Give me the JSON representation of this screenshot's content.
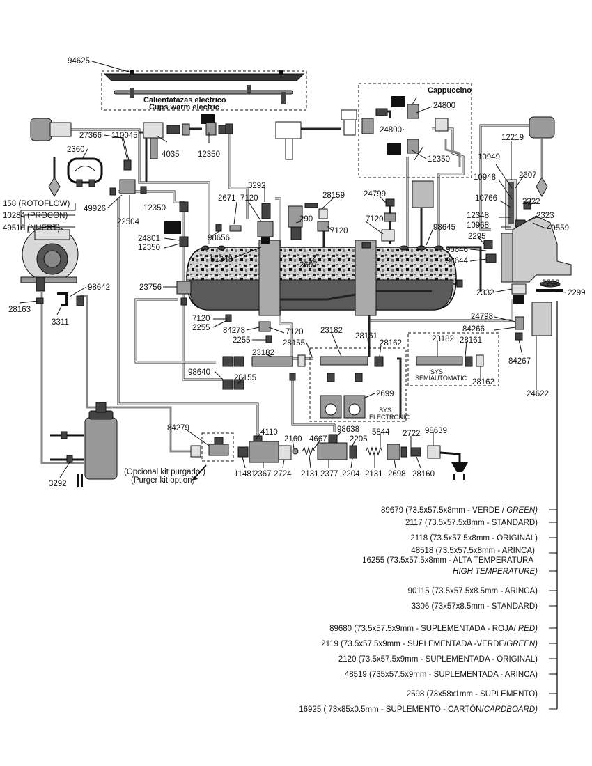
{
  "callouts": {
    "c94625": "94625",
    "cups_es": "Calientatazas electrico",
    "cups_en": "Cups warm electric",
    "c27366": "27366",
    "c110045": "110045",
    "c2360": "2360",
    "c4035": "4035",
    "c12350a": "12350",
    "cappuccino": "Cappuccino",
    "c24800a": "24800",
    "c24800b": "24800",
    "c12350b": "12350",
    "c12219": "12219",
    "c10949": "10949",
    "c2607a": "2607",
    "c10948": "10948",
    "c10766": "10766",
    "c2322": "2322",
    "c2323": "2323",
    "c12348": "12348",
    "c10968": "10968",
    "c49559": "49559",
    "c158": "158 (ROTOFLOW)",
    "c10284": "10284 (PROCON)",
    "c49516": "49516 (NUERT)",
    "c49926": "49926",
    "c22504": "22504",
    "c3292a": "3292",
    "c2671": "2671",
    "c7120a": "7120",
    "c28159": "28159",
    "c24799": "24799",
    "c12350c": "12350",
    "c290": "290",
    "c7120b": "7120",
    "c7120c": "7120",
    "c98645": "98645",
    "c24801": "24801",
    "c12350d": "12350",
    "c98656": "98656",
    "c2295": "2295",
    "c98646": "98646",
    "c51348": "51348",
    "c2607b": "2607",
    "c98644": "98644",
    "c98642": "98642",
    "c23756": "23756",
    "c28163": "28163",
    "c3311": "3311",
    "c2332": "2332",
    "c2298": "2298",
    "c2299": "2299",
    "c7120d": "7120",
    "c2255a": "2255",
    "c24798": "24798",
    "c84278": "84278",
    "c23182a": "23182",
    "c84266": "84266",
    "c7120e": "7120",
    "c2255b": "2255",
    "c28155a": "28155",
    "c28161a": "28161",
    "c28162a": "28162",
    "c23182b": "23182",
    "c28161b": "28161",
    "c84267": "84267",
    "c23182c": "23182",
    "sys_semi_1": "SYS",
    "sys_semi_2": "SEMIAUTOMATIC",
    "c28162b": "28162",
    "c98640": "98640",
    "c28155b": "28155",
    "c2699": "2699",
    "sys_elec_1": "SYS",
    "sys_elec_2": "ELECTRONIC",
    "c24622": "24622",
    "c84279": "84279",
    "c4110": "4110",
    "c2160": "2160",
    "c4667": "4667",
    "c98638": "98638",
    "c2205": "2205",
    "c5844": "5844",
    "c2722": "2722",
    "c98639": "98639",
    "purger_es": "(Opcional kit purgador)",
    "purger_en": "(Purger kit option)",
    "c11481": "11481",
    "c2367": "2367",
    "c2724": "2724",
    "c2131a": "2131",
    "c2377": "2377",
    "c2204": "2204",
    "c2131b": "2131",
    "c2698": "2698",
    "c28160": "28160",
    "c3292b": "3292"
  },
  "gaskets": [
    {
      "text": "89679 (73.5x57.5x8mm - VERDE / ",
      "italic": "GREEN)"
    },
    {
      "text": "2117 (73.5x57.5x8mm - STANDARD)",
      "italic": ""
    },
    {
      "text": "2118 (73.5x57.5x8mm - ORIGINAL)",
      "italic": ""
    },
    {
      "text": "48518 (73.5x57.5x8mm - ARINCA)",
      "italic": ""
    },
    {
      "text": "16255 (73.5x57.5x8mm - ALTA TEMPERATURA",
      "italic": ""
    },
    {
      "text": "",
      "italic": "HIGH TEMPERATURE)"
    },
    {
      "text": "90115 (73.5x57.5x8.5mm - ARINCA)",
      "italic": ""
    },
    {
      "text": "3306 (73x57x8.5mm - STANDARD)",
      "italic": ""
    },
    {
      "text": "89680 (73.5x57.5x9mm - SUPLEMENTADA - ROJA/ ",
      "italic": "RED)"
    },
    {
      "text": "2119 (73.5x57.5x9mm - SUPLEMENTADA -VERDE/",
      "italic": "GREEN)"
    },
    {
      "text": "2120 (73.5x57.5x9mm - SUPLEMENTADA - ORIGINAL)",
      "italic": ""
    },
    {
      "text": "48519 (735x57.5x9mm - SUPLEMENTADA - ARINCA)",
      "italic": ""
    },
    {
      "text": "2598 (73x58x1mm - SUPLEMENTO)",
      "italic": ""
    },
    {
      "text": "16925 ( 73x85x0.5mm - SUPLEMENTO - CARTÓN/",
      "italic": "CARDBOARD)"
    }
  ]
}
